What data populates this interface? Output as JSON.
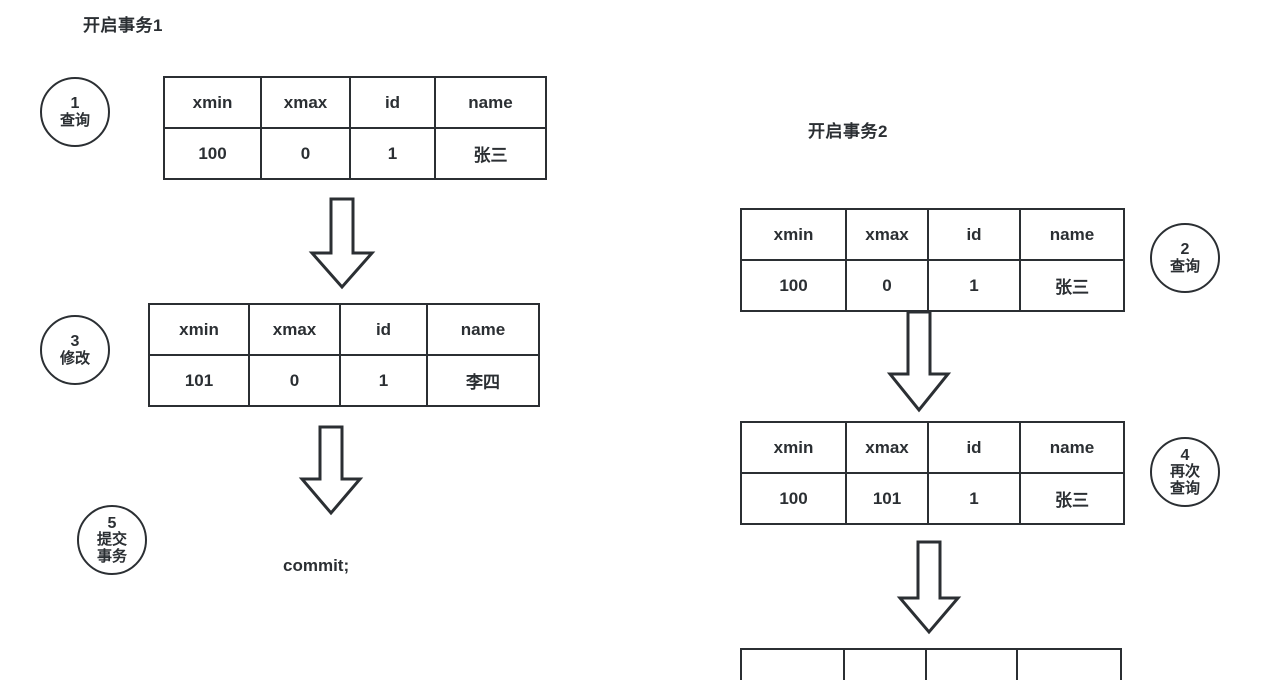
{
  "diagram": {
    "title_left": "开启事务1",
    "title_right": "开启事务2",
    "commit_label": "commit;",
    "stroke_color": "#2b2f33",
    "background_color": "#ffffff"
  },
  "columns": {
    "left": {
      "heading": "开启事务1",
      "steps": [
        {
          "num": "1",
          "lines": [
            "查询"
          ]
        },
        {
          "num": "3",
          "lines": [
            "修改"
          ]
        },
        {
          "num": "5",
          "lines": [
            "提交",
            "事务"
          ]
        }
      ],
      "tables": [
        {
          "headers": [
            "xmin",
            "xmax",
            "id",
            "name"
          ],
          "row": [
            "100",
            "0",
            "1",
            "张三"
          ]
        },
        {
          "headers": [
            "xmin",
            "xmax",
            "id",
            "name"
          ],
          "row": [
            "101",
            "0",
            "1",
            "李四"
          ]
        }
      ],
      "footer_code": "commit;"
    },
    "right": {
      "heading": "开启事务2",
      "steps": [
        {
          "num": "2",
          "lines": [
            "查询"
          ]
        },
        {
          "num": "4",
          "lines": [
            "再次",
            "查询"
          ]
        }
      ],
      "tables": [
        {
          "headers": [
            "xmin",
            "xmax",
            "id",
            "name"
          ],
          "row": [
            "100",
            "0",
            "1",
            "张三"
          ]
        },
        {
          "headers": [
            "xmin",
            "xmax",
            "id",
            "name"
          ],
          "row": [
            "100",
            "101",
            "1",
            "张三"
          ]
        }
      ]
    }
  },
  "icons": {
    "arrow_down": "arrow-down-icon"
  }
}
